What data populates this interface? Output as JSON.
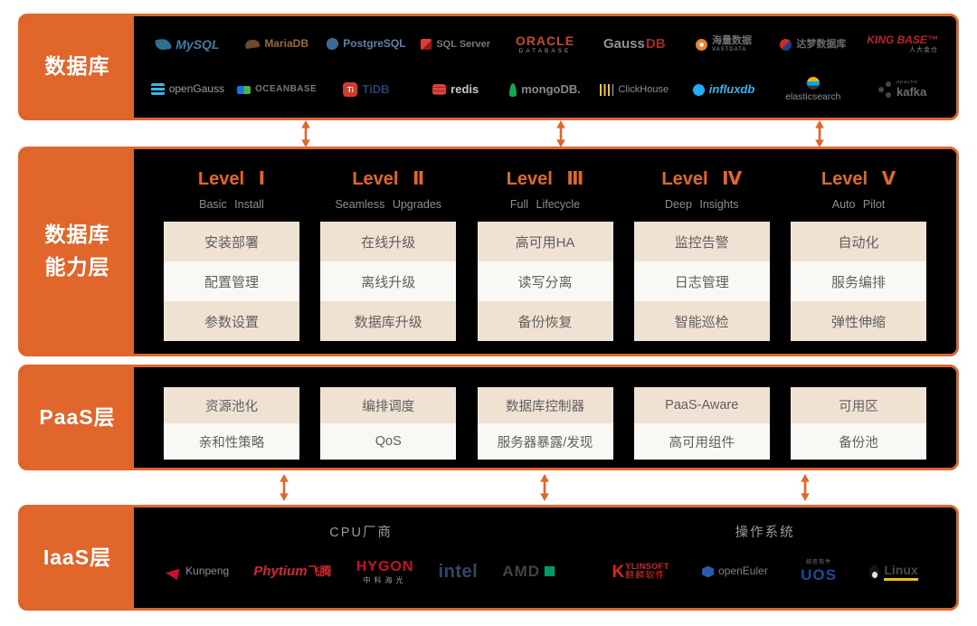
{
  "colors": {
    "accent_orange": "#E0662C",
    "band_background": "#000000",
    "cell_beige": "#EFE2D3",
    "cell_white": "#FAF8F4",
    "cell_text": "#5F5F5F",
    "level_title_orange": "#E2662C",
    "subtitle_gray": "#8F8F8F"
  },
  "database": {
    "label": "数据库",
    "rows": [
      [
        {
          "id": "mysql",
          "text": "MySQL"
        },
        {
          "id": "mariadb",
          "text": "MariaDB"
        },
        {
          "id": "postgresql",
          "text": "PostgreSQL"
        },
        {
          "id": "sqlserver",
          "text": "SQL Server"
        },
        {
          "id": "oracle",
          "text": "ORACLE",
          "sub": "DATABASE"
        },
        {
          "id": "gaussdb",
          "text": "Gauss",
          "text2": "DB"
        },
        {
          "id": "vastdata",
          "text": "海量数据",
          "sub": "VASTDATA"
        },
        {
          "id": "dm",
          "text": "达梦数据库"
        },
        {
          "id": "kingbase",
          "text": "KING BASE™",
          "sub": "人大金仓"
        }
      ],
      [
        {
          "id": "opengauss",
          "text": "openGauss"
        },
        {
          "id": "oceanbase",
          "text": "OCEANBASE"
        },
        {
          "id": "tidb",
          "icon_char": "Ti",
          "text": "TiDB"
        },
        {
          "id": "redis",
          "text": "redis"
        },
        {
          "id": "mongodb",
          "text": "mongoDB."
        },
        {
          "id": "clickhouse",
          "text": "ClickHouse"
        },
        {
          "id": "influxdb",
          "text": "influxdb"
        },
        {
          "id": "elasticsearch",
          "text": "elasticsearch"
        },
        {
          "id": "kafka",
          "text": "kafka",
          "sub": "apache",
          "sub_top": true
        }
      ]
    ]
  },
  "capability": {
    "label_line1": "数据库",
    "label_line2": "能力层",
    "levels": [
      {
        "title": "Level Ⅰ",
        "subtitle": "Basic Install",
        "cells": [
          "安装部署",
          "配置管理",
          "参数设置"
        ]
      },
      {
        "title": "Level Ⅱ",
        "subtitle": "Seamless Upgrades",
        "cells": [
          "在线升级",
          "离线升级",
          "数据库升级"
        ]
      },
      {
        "title": "Level Ⅲ",
        "subtitle": "Full Lifecycle",
        "cells": [
          "高可用HA",
          "读写分离",
          "备份恢复"
        ]
      },
      {
        "title": "Level Ⅳ",
        "subtitle": "Deep Insights",
        "cells": [
          "监控告警",
          "日志管理",
          "智能巡检"
        ]
      },
      {
        "title": "Level Ⅴ",
        "subtitle": "Auto Pilot",
        "cells": [
          "自动化",
          "服务编排",
          "弹性伸缩"
        ]
      }
    ]
  },
  "paas": {
    "label": "PaaS层",
    "columns": [
      {
        "cells": [
          "资源池化",
          "亲和性策略"
        ]
      },
      {
        "cells": [
          "编排调度",
          "QoS"
        ]
      },
      {
        "cells": [
          "数据库控制器",
          "服务器暴露/发现"
        ]
      },
      {
        "cells": [
          "PaaS-Aware",
          "高可用组件"
        ]
      },
      {
        "cells": [
          "可用区",
          "备份池"
        ]
      }
    ]
  },
  "iaas": {
    "label": "IaaS层",
    "groups": [
      {
        "heading": "CPU厂商",
        "logos": [
          {
            "id": "kunpeng",
            "text": "Kunpeng"
          },
          {
            "id": "phytium",
            "text": "Phytium",
            "text2": "飞腾"
          },
          {
            "id": "hygon",
            "text": "HYGON",
            "sub": "中科海光"
          },
          {
            "id": "intel",
            "text": "intel"
          },
          {
            "id": "amd",
            "text": "AMD",
            "icon_right": true
          }
        ]
      },
      {
        "heading": "操作系统",
        "logos": [
          {
            "id": "kylinsoft",
            "icon_char": "K",
            "text": "YLINSOFT",
            "sub": "麒麟软件"
          },
          {
            "id": "openeuler",
            "text": "openEuler"
          },
          {
            "id": "uos",
            "text": "UOS",
            "sub": "统信软件",
            "sub_top": true
          },
          {
            "id": "linux",
            "text": "Linux"
          }
        ]
      }
    ]
  }
}
